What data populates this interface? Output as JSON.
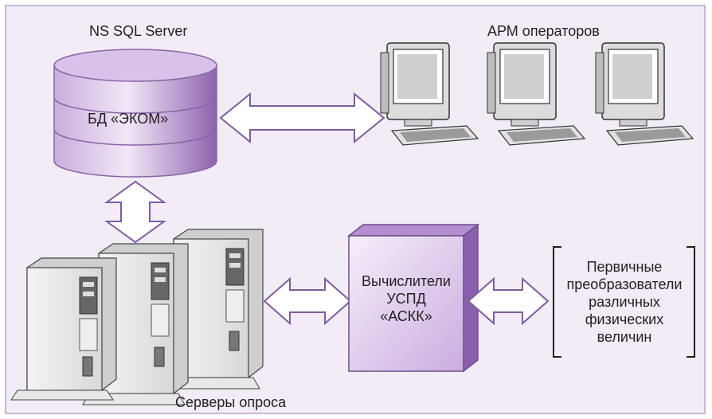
{
  "db_server_label": "NS SQL Server",
  "database_label": "БД «ЭКОМ»",
  "workstations_label": "АРМ операторов",
  "poll_servers_label": "Серверы опроса",
  "uspd_label": [
    "Вычислители",
    "УСПД",
    "«АСКК»"
  ],
  "transducers_label": [
    "Первичные",
    "преобразователи",
    "различных",
    "физических",
    "величин"
  ],
  "colors": {
    "background": "#f2ecf6",
    "frame": "#c9b8d9",
    "purple": "#9b73b8",
    "purple_light": "#e3d3ee",
    "arrow_stroke": "#7f5d9f"
  }
}
